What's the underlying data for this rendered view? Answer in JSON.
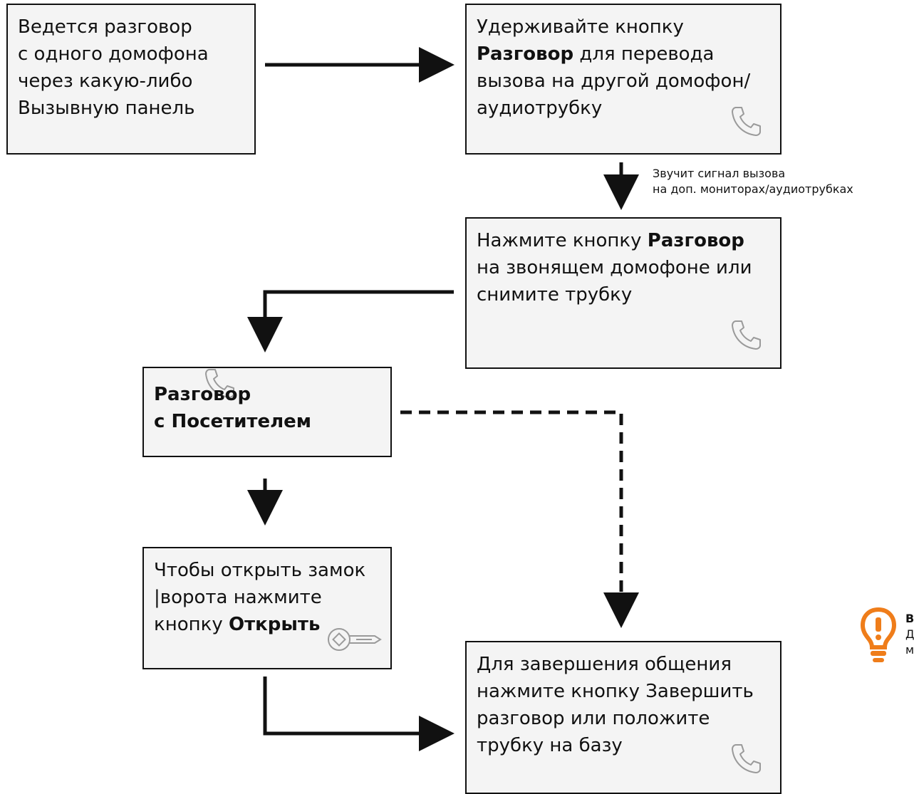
{
  "boxes": {
    "start": {
      "lines": [
        "Ведется разговор",
        "с одного домофона",
        "через какую-либо",
        "Вызывную панель"
      ]
    },
    "hold": {
      "l1": "Удерживайте кнопку",
      "l2_bold": "Разговор",
      "l2_rest": " для перевода",
      "l3": "вызова на другой домофон/",
      "l4": "аудиотрубку"
    },
    "press": {
      "l1_text": "Нажмите кнопку ",
      "l1_bold": "Разговор",
      "l2": "на звонящем домофоне или",
      "l3": "снимите трубку"
    },
    "talk": {
      "l1": "Разговор",
      "l2": "с Посетителем"
    },
    "open": {
      "l1": "Чтобы открыть замок",
      "l2": "|ворота нажмите",
      "l3_text": "кнопку ",
      "l3_bold": "Открыть"
    },
    "end": {
      "lines": [
        "Для завершения общения",
        "нажмите кнопку Завершить",
        "разговор или положите",
        "трубку на базу"
      ]
    }
  },
  "signal_note": {
    "l1": "Звучит сигнал вызова",
    "l2": "на доп. мониторах/аудиотрубках"
  },
  "tip": {
    "l1": "В",
    "l2": "Д",
    "l3": "м"
  },
  "colors": {
    "box_bg": "#f4f4f4",
    "border": "#111111",
    "icon_gray": "#9a9a9a",
    "tip_orange": "#ef7d1a"
  },
  "icons": [
    "phone-icon",
    "key-icon",
    "lightbulb-icon"
  ]
}
